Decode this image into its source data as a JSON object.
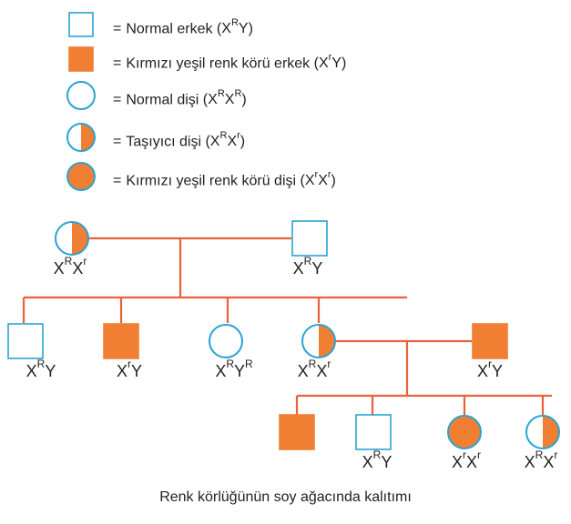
{
  "colors": {
    "line": "#e8623a",
    "stroke": "#2aa3d4",
    "fill": "#f07f33"
  },
  "legend": [
    {
      "symbol": "square-empty-icon",
      "text": "Normal erkek",
      "genotype": [
        [
          "X",
          "R"
        ],
        [
          "Y",
          ""
        ]
      ]
    },
    {
      "symbol": "square-filled-icon",
      "text": "Kırmızı yeşil renk körü erkek",
      "genotype": [
        [
          "X",
          "r"
        ],
        [
          "Y",
          ""
        ]
      ]
    },
    {
      "symbol": "circle-empty-icon",
      "text": "Normal dişi",
      "genotype": [
        [
          "X",
          "R"
        ],
        [
          "X",
          "R"
        ]
      ]
    },
    {
      "symbol": "circle-half-icon",
      "text": "Taşıyıcı dişi",
      "genotype": [
        [
          "X",
          "R"
        ],
        [
          "X",
          "r"
        ]
      ]
    },
    {
      "symbol": "circle-filled-icon",
      "text": "Kırmızı yeşil renk körü dişi",
      "genotype": [
        [
          "X",
          "r"
        ],
        [
          "X",
          "r"
        ]
      ]
    }
  ],
  "individuals": [
    {
      "id": "g1-mother",
      "symbol": "circle-half-icon",
      "genotype": [
        [
          "X",
          "R"
        ],
        [
          "X",
          "r"
        ]
      ]
    },
    {
      "id": "g1-father",
      "symbol": "square-empty-icon",
      "genotype": [
        [
          "X",
          "R"
        ],
        [
          "Y",
          ""
        ]
      ]
    },
    {
      "id": "g2-son-1",
      "symbol": "square-empty-icon",
      "genotype": [
        [
          "X",
          "R"
        ],
        [
          "Y",
          ""
        ]
      ]
    },
    {
      "id": "g2-son-2",
      "symbol": "square-filled-icon",
      "genotype": [
        [
          "X",
          "r"
        ],
        [
          "Y",
          ""
        ]
      ]
    },
    {
      "id": "g2-daughter-1",
      "symbol": "circle-empty-icon",
      "genotype": [
        [
          "X",
          "R"
        ],
        [
          "Y",
          "R"
        ]
      ]
    },
    {
      "id": "g2-daughter-2",
      "symbol": "circle-half-icon",
      "genotype": [
        [
          "X",
          "R"
        ],
        [
          "X",
          "r"
        ]
      ]
    },
    {
      "id": "g2-spouse",
      "symbol": "square-filled-icon",
      "genotype": [
        [
          "X",
          "r"
        ],
        [
          "Y",
          ""
        ]
      ]
    },
    {
      "id": "g3-son-1",
      "symbol": "square-filled-icon",
      "genotype": []
    },
    {
      "id": "g3-son-2",
      "symbol": "square-empty-icon",
      "genotype": [
        [
          "X",
          "R"
        ],
        [
          "Y",
          ""
        ]
      ]
    },
    {
      "id": "g3-daughter-1",
      "symbol": "circle-filled-icon",
      "genotype": [
        [
          "X",
          "r"
        ],
        [
          "X",
          "r"
        ]
      ]
    },
    {
      "id": "g3-daughter-2",
      "symbol": "circle-half-icon",
      "genotype": [
        [
          "X",
          "R"
        ],
        [
          "X",
          "r"
        ]
      ]
    }
  ],
  "caption": "Renk körlüğünün soy ağacında kalıtımı"
}
